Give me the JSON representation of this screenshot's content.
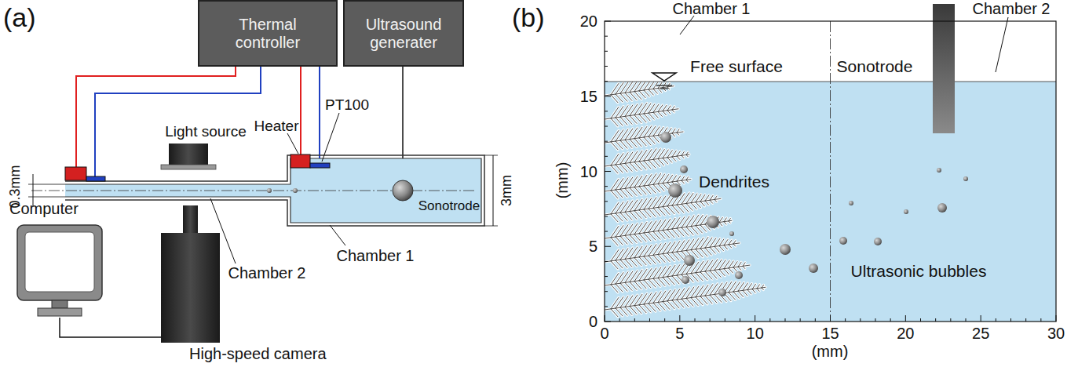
{
  "diagram": {
    "nodes": [
      {
        "text": [
          "Thermal controller"
        ]
      },
      {
        "text": [
          "Ultrasound generater"
        ]
      },
      {
        "text": [
          "Computer"
        ]
      },
      {
        "text": [
          "High-speed camera"
        ]
      }
    ],
    "edges": [
      {
        "from": 2,
        "to": 3,
        "arrow": "none"
      }
    ],
    "labels": [
      "(a)",
      "0.3mm",
      "Light source",
      "Heater",
      "PT100",
      "Chamber 2",
      "Chamber 1",
      "Sonotrode",
      "3mm",
      "(b)",
      "Chamber 1",
      "Chamber 2",
      "Free surface",
      "Sonotrode",
      "Dendrites",
      "Ultrasonic bubbles",
      "(mm)",
      "20",
      "15",
      "10",
      "5",
      "0",
      "0",
      "5",
      "10",
      "15",
      "20",
      "25",
      "30",
      "(mm)"
    ]
  }
}
